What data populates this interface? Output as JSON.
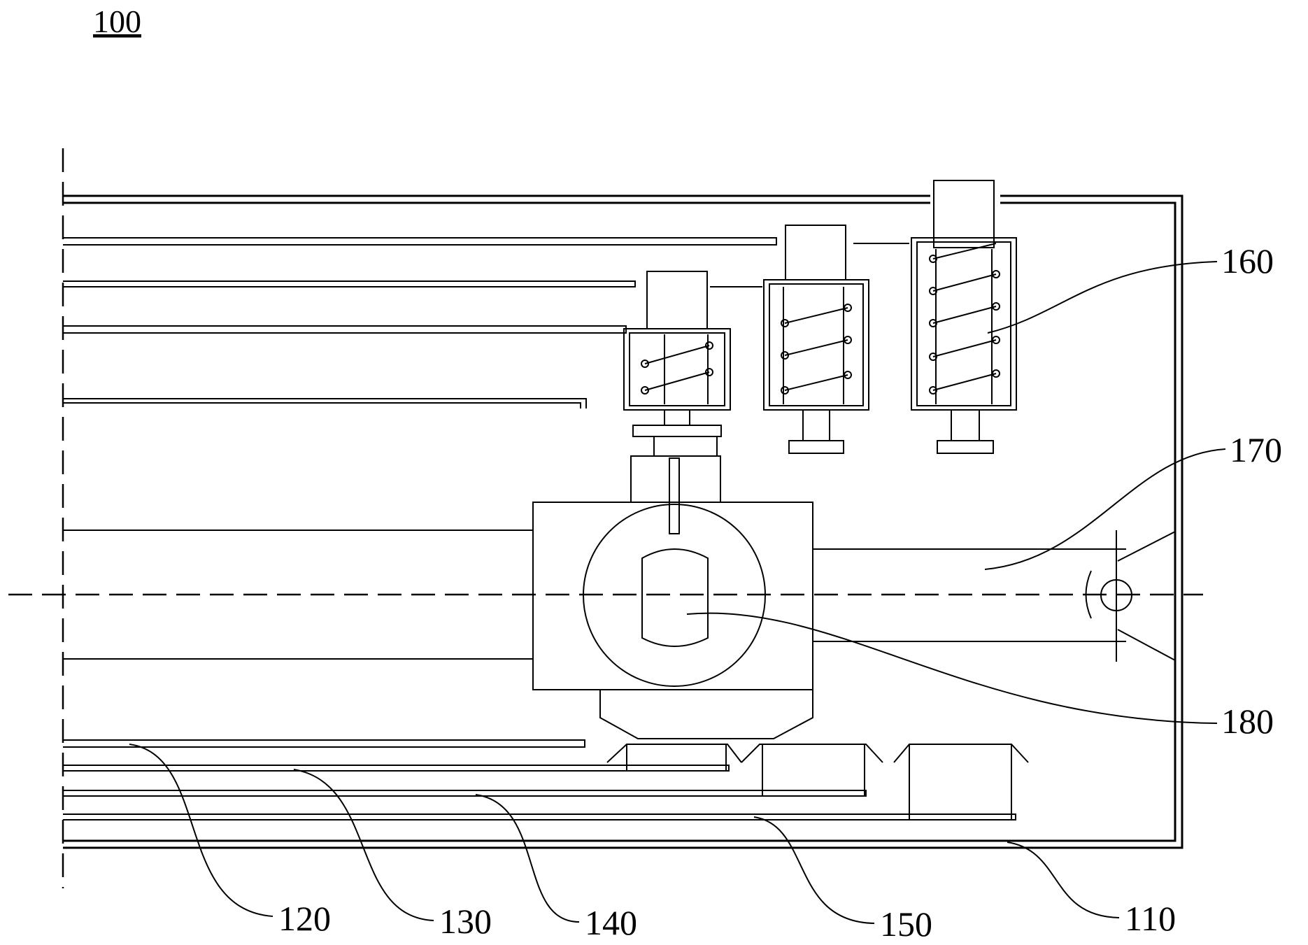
{
  "figure": {
    "number": "100"
  },
  "labels": {
    "l110": "110",
    "l120": "120",
    "l130": "130",
    "l140": "140",
    "l150": "150",
    "l160": "160",
    "l170": "170",
    "l180": "180"
  }
}
